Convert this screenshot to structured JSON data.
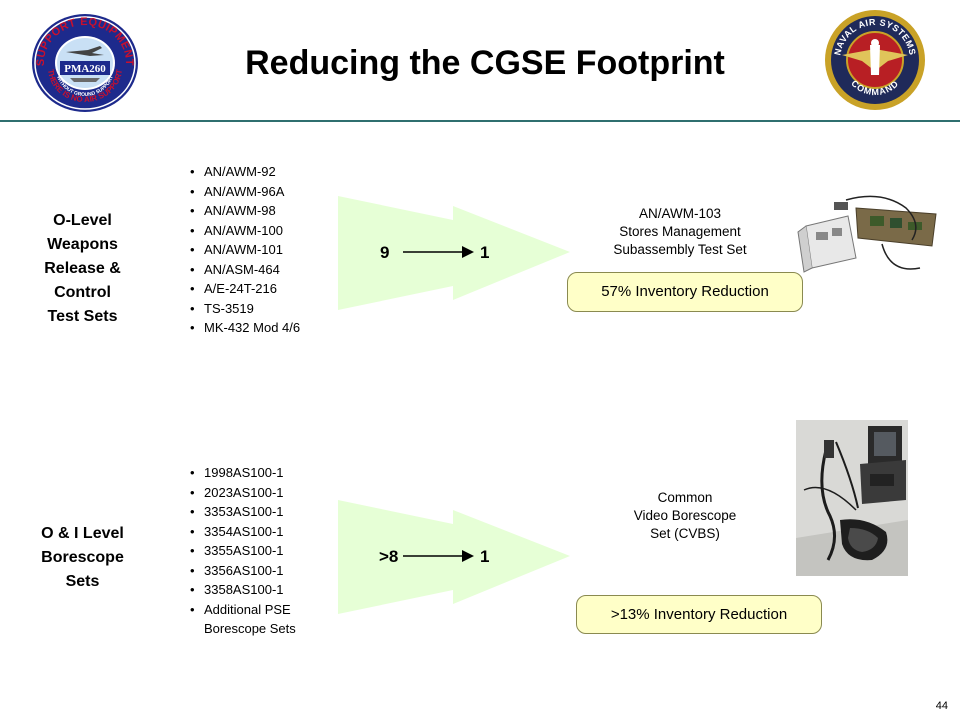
{
  "title": "Reducing the CGSE Footprint",
  "logos": {
    "left": {
      "top_text": "SUPPORT EQUIPMENT",
      "center_text": "PMA260",
      "bottom_text": "WITHOUT GROUND SUPPORT",
      "bottom_text_2": "THERE IS NO AIR SUPPORT"
    },
    "right": {
      "top_text": "NAVAL AIR SYSTEMS",
      "bottom_text": "COMMAND"
    }
  },
  "sections": [
    {
      "label_lines": [
        "O-Level",
        "Weapons",
        "Release &",
        "Control",
        "Test Sets"
      ],
      "items": [
        "AN/AWM-92",
        "AN/AWM-96A",
        "AN/AWM-98",
        "AN/AWM-100",
        "AN/AWM-101",
        "AN/ASM-464",
        "A/E-24T-216",
        "TS-3519",
        "MK-432 Mod 4/6"
      ],
      "from_count": "9",
      "to_count": "1",
      "result_lines": [
        "AN/AWM-103",
        "Stores Management",
        "Subassembly Test Set"
      ],
      "reduction": "57% Inventory Reduction"
    },
    {
      "label_lines": [
        "O & I Level",
        "Borescope",
        "Sets"
      ],
      "items": [
        "1998AS100-1",
        "2023AS100-1",
        "3353AS100-1",
        "3354AS100-1",
        "3355AS100-1",
        "3356AS100-1",
        "3358AS100-1",
        "Additional PSE",
        "Borescope Sets"
      ],
      "from_count": ">8",
      "to_count": "1",
      "result_lines": [
        "Common",
        "Video Borescope",
        "Set (CVBS)"
      ],
      "reduction": ">13% Inventory Reduction"
    }
  ],
  "colors": {
    "arrow_fill": "#e6ffd6",
    "badge_fill": "#ffffc8",
    "rule": "#2f6f6f",
    "logo_left_blue": "#1d2a8c",
    "logo_left_red": "#c8102e",
    "logo_right_gold": "#c9a227",
    "logo_right_navy": "#1f2a5a"
  },
  "page_number": "44"
}
